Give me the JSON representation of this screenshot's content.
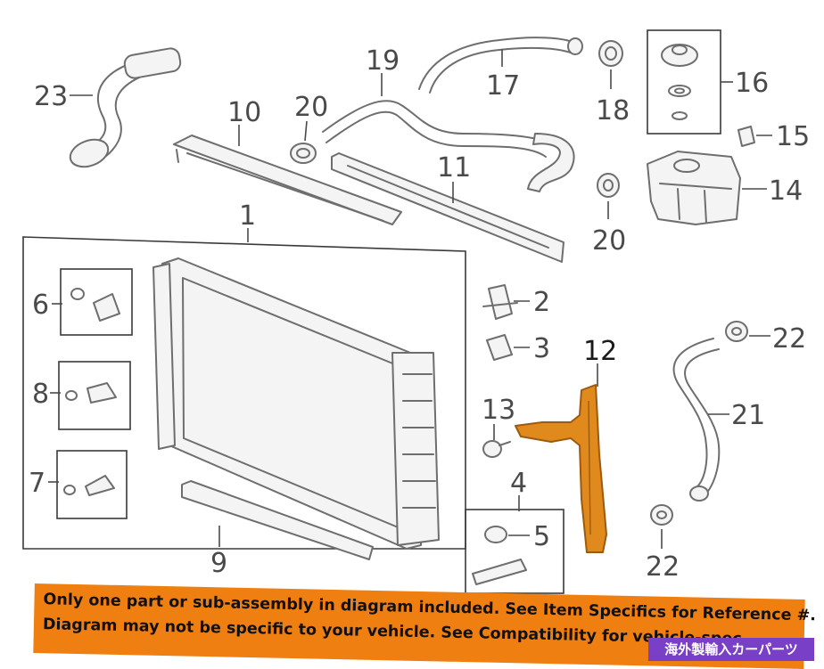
{
  "callouts": {
    "c1": "1",
    "c2": "2",
    "c3": "3",
    "c4": "4",
    "c5": "5",
    "c6": "6",
    "c7": "7",
    "c8": "8",
    "c9": "9",
    "c10": "10",
    "c11": "11",
    "c12": "12",
    "c13": "13",
    "c14": "14",
    "c15": "15",
    "c16": "16",
    "c17": "17",
    "c18": "18",
    "c19": "19",
    "c20a": "20",
    "c20b": "20",
    "c21": "21",
    "c22a": "22",
    "c22b": "22",
    "c23": "23"
  },
  "notice": {
    "line1": "Only one part or sub-assembly in diagram included. See Item Specifics for Reference #.",
    "line2": "Diagram may not be specific to your vehicle. See Compatibility for vehicle-spec"
  },
  "badge": {
    "text": "海外製輸入カーパーツ"
  },
  "colors": {
    "highlight": "#e08a1e",
    "notice_bg": "#f07f12",
    "badge_bg": "#7a3fc7"
  }
}
